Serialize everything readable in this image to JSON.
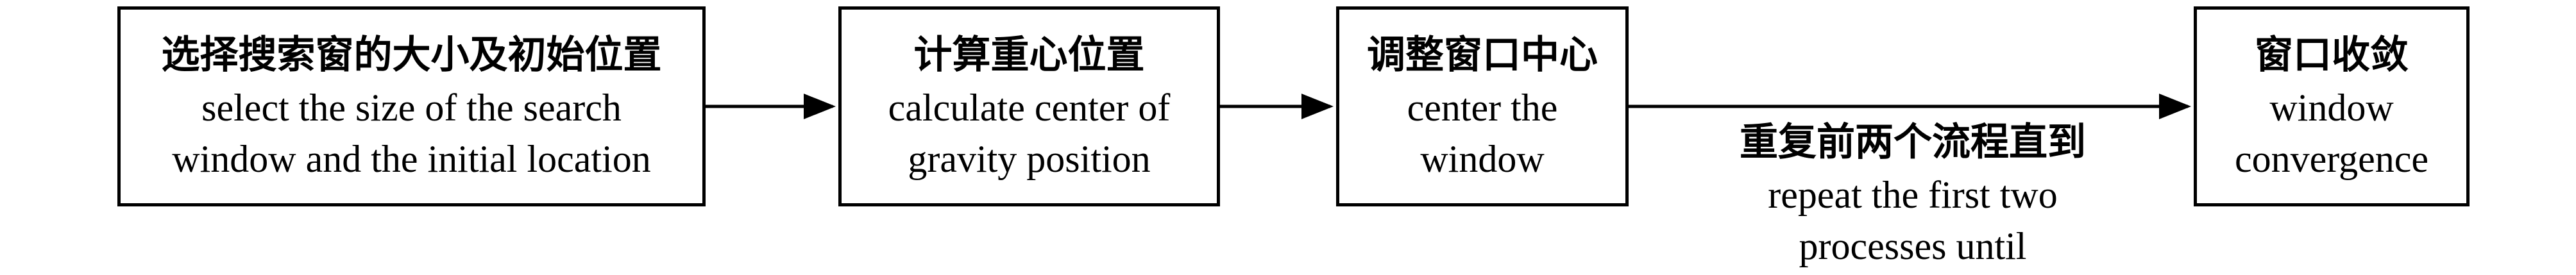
{
  "steps": [
    {
      "zh": "选择搜索窗的大小及初始位置",
      "en_lines": [
        "select the size of the search",
        "window and the initial location"
      ]
    },
    {
      "zh": "计算重心位置",
      "en_lines": [
        "calculate center of",
        "gravity position"
      ]
    },
    {
      "zh": "调整窗口中心",
      "en_lines": [
        "center the",
        "window"
      ]
    },
    {
      "zh": "窗口收敛",
      "en_lines": [
        "window",
        "convergence"
      ]
    }
  ],
  "loop": {
    "zh": "重复前两个流程直到",
    "en_lines": [
      "repeat the first two",
      "processes until"
    ]
  },
  "colors": {
    "stroke": "#000000",
    "background": "#ffffff"
  }
}
